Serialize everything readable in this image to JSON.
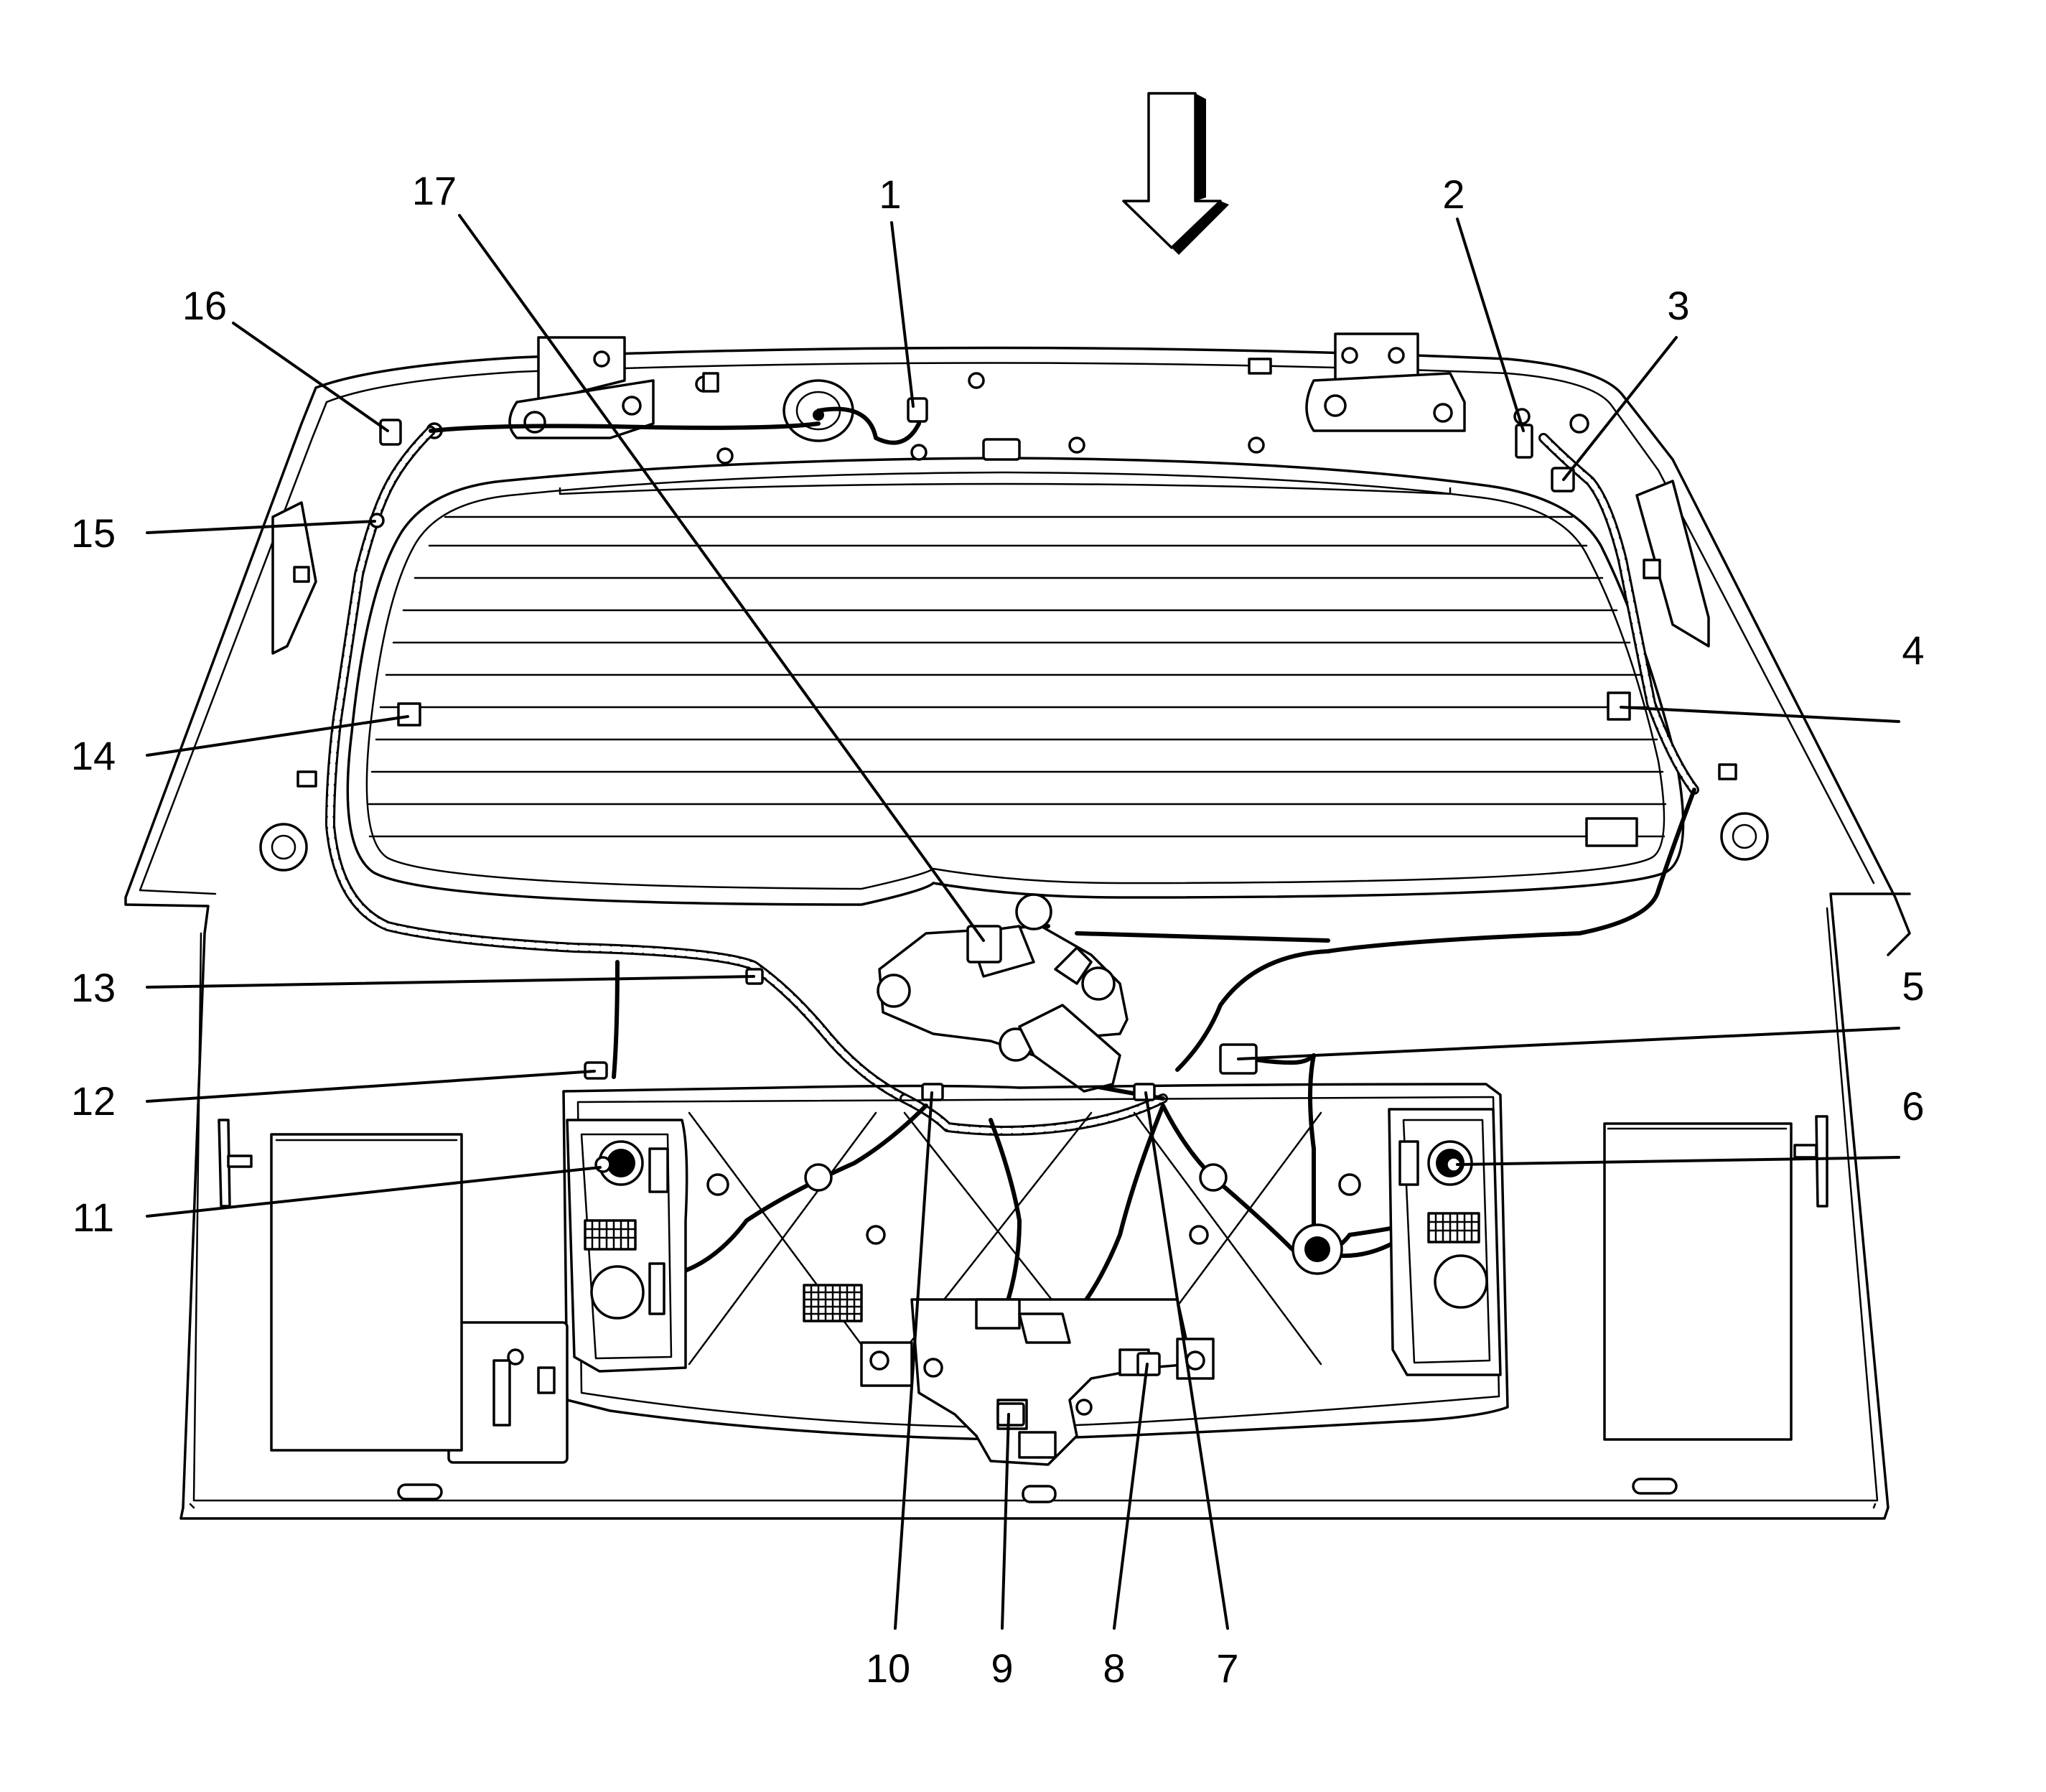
{
  "callouts": [
    {
      "id": "c1",
      "label": "1"
    },
    {
      "id": "c2",
      "label": "2"
    },
    {
      "id": "c3",
      "label": "3"
    },
    {
      "id": "c4",
      "label": "4"
    },
    {
      "id": "c5",
      "label": "5"
    },
    {
      "id": "c6",
      "label": "6"
    },
    {
      "id": "c7",
      "label": "7"
    },
    {
      "id": "c8",
      "label": "8"
    },
    {
      "id": "c9",
      "label": "9"
    },
    {
      "id": "c10",
      "label": "10"
    },
    {
      "id": "c11",
      "label": "11"
    },
    {
      "id": "c12",
      "label": "12"
    },
    {
      "id": "c13",
      "label": "13"
    },
    {
      "id": "c14",
      "label": "14"
    },
    {
      "id": "c15",
      "label": "15"
    },
    {
      "id": "c16",
      "label": "16"
    },
    {
      "id": "c17",
      "label": "17"
    }
  ],
  "view_arrow": {
    "direction": "down"
  }
}
